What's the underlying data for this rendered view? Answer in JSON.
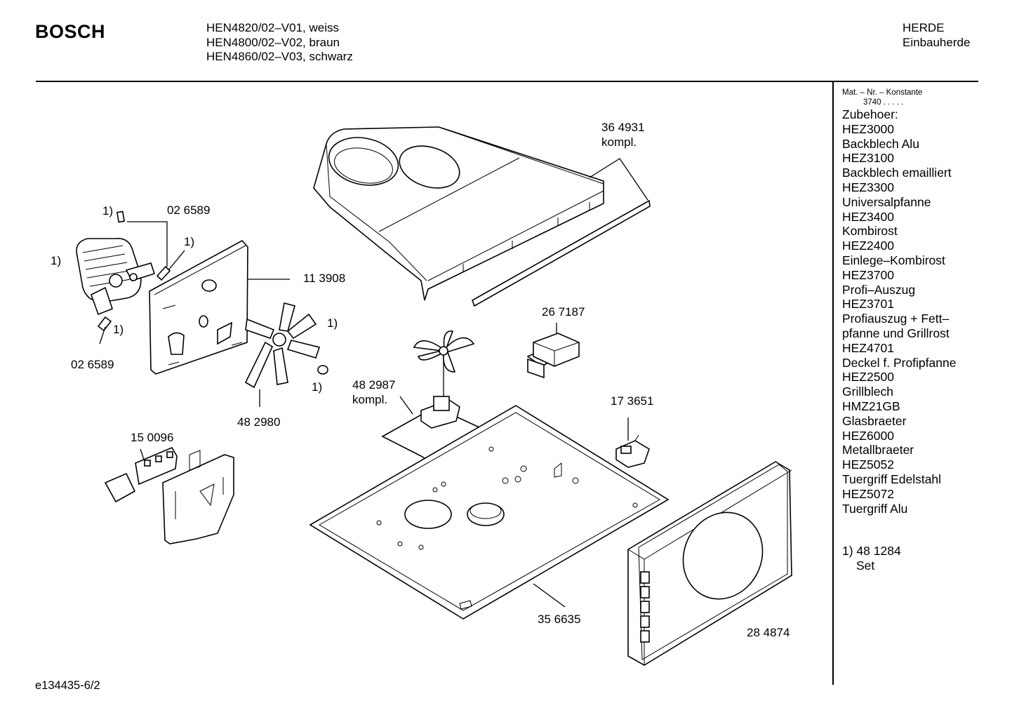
{
  "header": {
    "brand": "BOSCH",
    "models": [
      "HEN4820/02–V01, weiss",
      "HEN4800/02–V02, braun",
      "HEN4860/02–V03, schwarz"
    ],
    "category": [
      "HERDE",
      "Einbauherde"
    ]
  },
  "sidebar": {
    "mat_label": "Mat. – Nr. – Konstante",
    "mat_value": "3740  .  .  .  .  .",
    "accessories_heading": "Zubehoer:",
    "accessories": [
      "HEZ3000",
      "Backblech Alu",
      "HEZ3100",
      "Backblech emailliert",
      "HEZ3300",
      "Universalpfanne",
      "HEZ3400",
      "Kombirost",
      "HEZ2400",
      "Einlege–Kombirost",
      "HEZ3700",
      "Profi–Auszug",
      "HEZ3701",
      "Profiauszug + Fett–",
      "pfanne und Grillrost",
      "HEZ4701",
      "Deckel f. Profipfanne",
      "HEZ2500",
      "Grillblech",
      "HMZ21GB",
      "Glasbraeter",
      "HEZ6000",
      "Metallbraeter",
      "HEZ5052",
      "Tuergriff Edelstahl",
      "HEZ5072",
      "Tuergriff Alu"
    ],
    "note_line1": "1) 48 1284",
    "note_line2": "Set"
  },
  "labels": {
    "cover_num": "36 4931",
    "cover_suffix": "kompl.",
    "clip_top_marker": "1)",
    "clip_top_num": "02 6589",
    "clip_right_marker": "1)",
    "motor_marker": "1)",
    "bracket_num": "11 3908",
    "clip_bottom_marker": "1)",
    "clip_bottom_num": "02 6589",
    "fan_marker": "1)",
    "nut_marker": "1)",
    "fan_num": "48 2980",
    "transformer_num": "26 7187",
    "fan_motor_num": "48 2987",
    "fan_motor_suffix": "kompl.",
    "thermostat_num": "17 3651",
    "board_num": "15 0096",
    "base_num": "35 6635",
    "door_num": "28 4874"
  },
  "footer": {
    "doc_id": "e134435-6/2"
  }
}
